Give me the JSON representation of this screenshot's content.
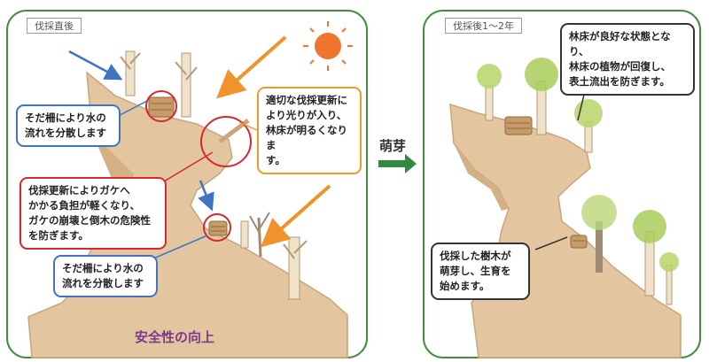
{
  "left_panel": {
    "tag": "伐採直後",
    "callout_fence_top": "そだ柵により水の\n流れを分散します",
    "callout_light": "適切な伐採更新に\nより光りが入り、\n林床が明るくなりま\nす。",
    "callout_cliff": "伐採更新によりガケへ\nかかる負担が軽くなり、\nガケの崩壊と倒木の危険性\nを防ぎます。",
    "callout_fence_bottom": "そだ柵により水の\n流れを分散します",
    "footer": "安全性の向上"
  },
  "middle": {
    "label": "萌芽"
  },
  "right_panel": {
    "tag": "伐採後1〜2年",
    "callout_forest": "林床が良好な状態となり、\n林床の植物が回復し、\n表土流出を防ぎます。",
    "callout_sprout": "伐採した樹木が\n萌芽し、生育を\n始めます。"
  },
  "colors": {
    "frame": "#3f8f3a",
    "slope": "#e3c6a0",
    "sun": "#f0742d",
    "light_arrow": "#f0932b",
    "water_arrow": "#3f74c3",
    "highlight_ring": "#d9272e",
    "middle_arrow": "#2f8a3e",
    "footer": "#7b3a8c"
  },
  "icons": [
    "sun-icon",
    "light-arrow-icon",
    "water-arrow-icon",
    "tree-stump-icon",
    "tree-icon",
    "brush-fence-icon"
  ]
}
